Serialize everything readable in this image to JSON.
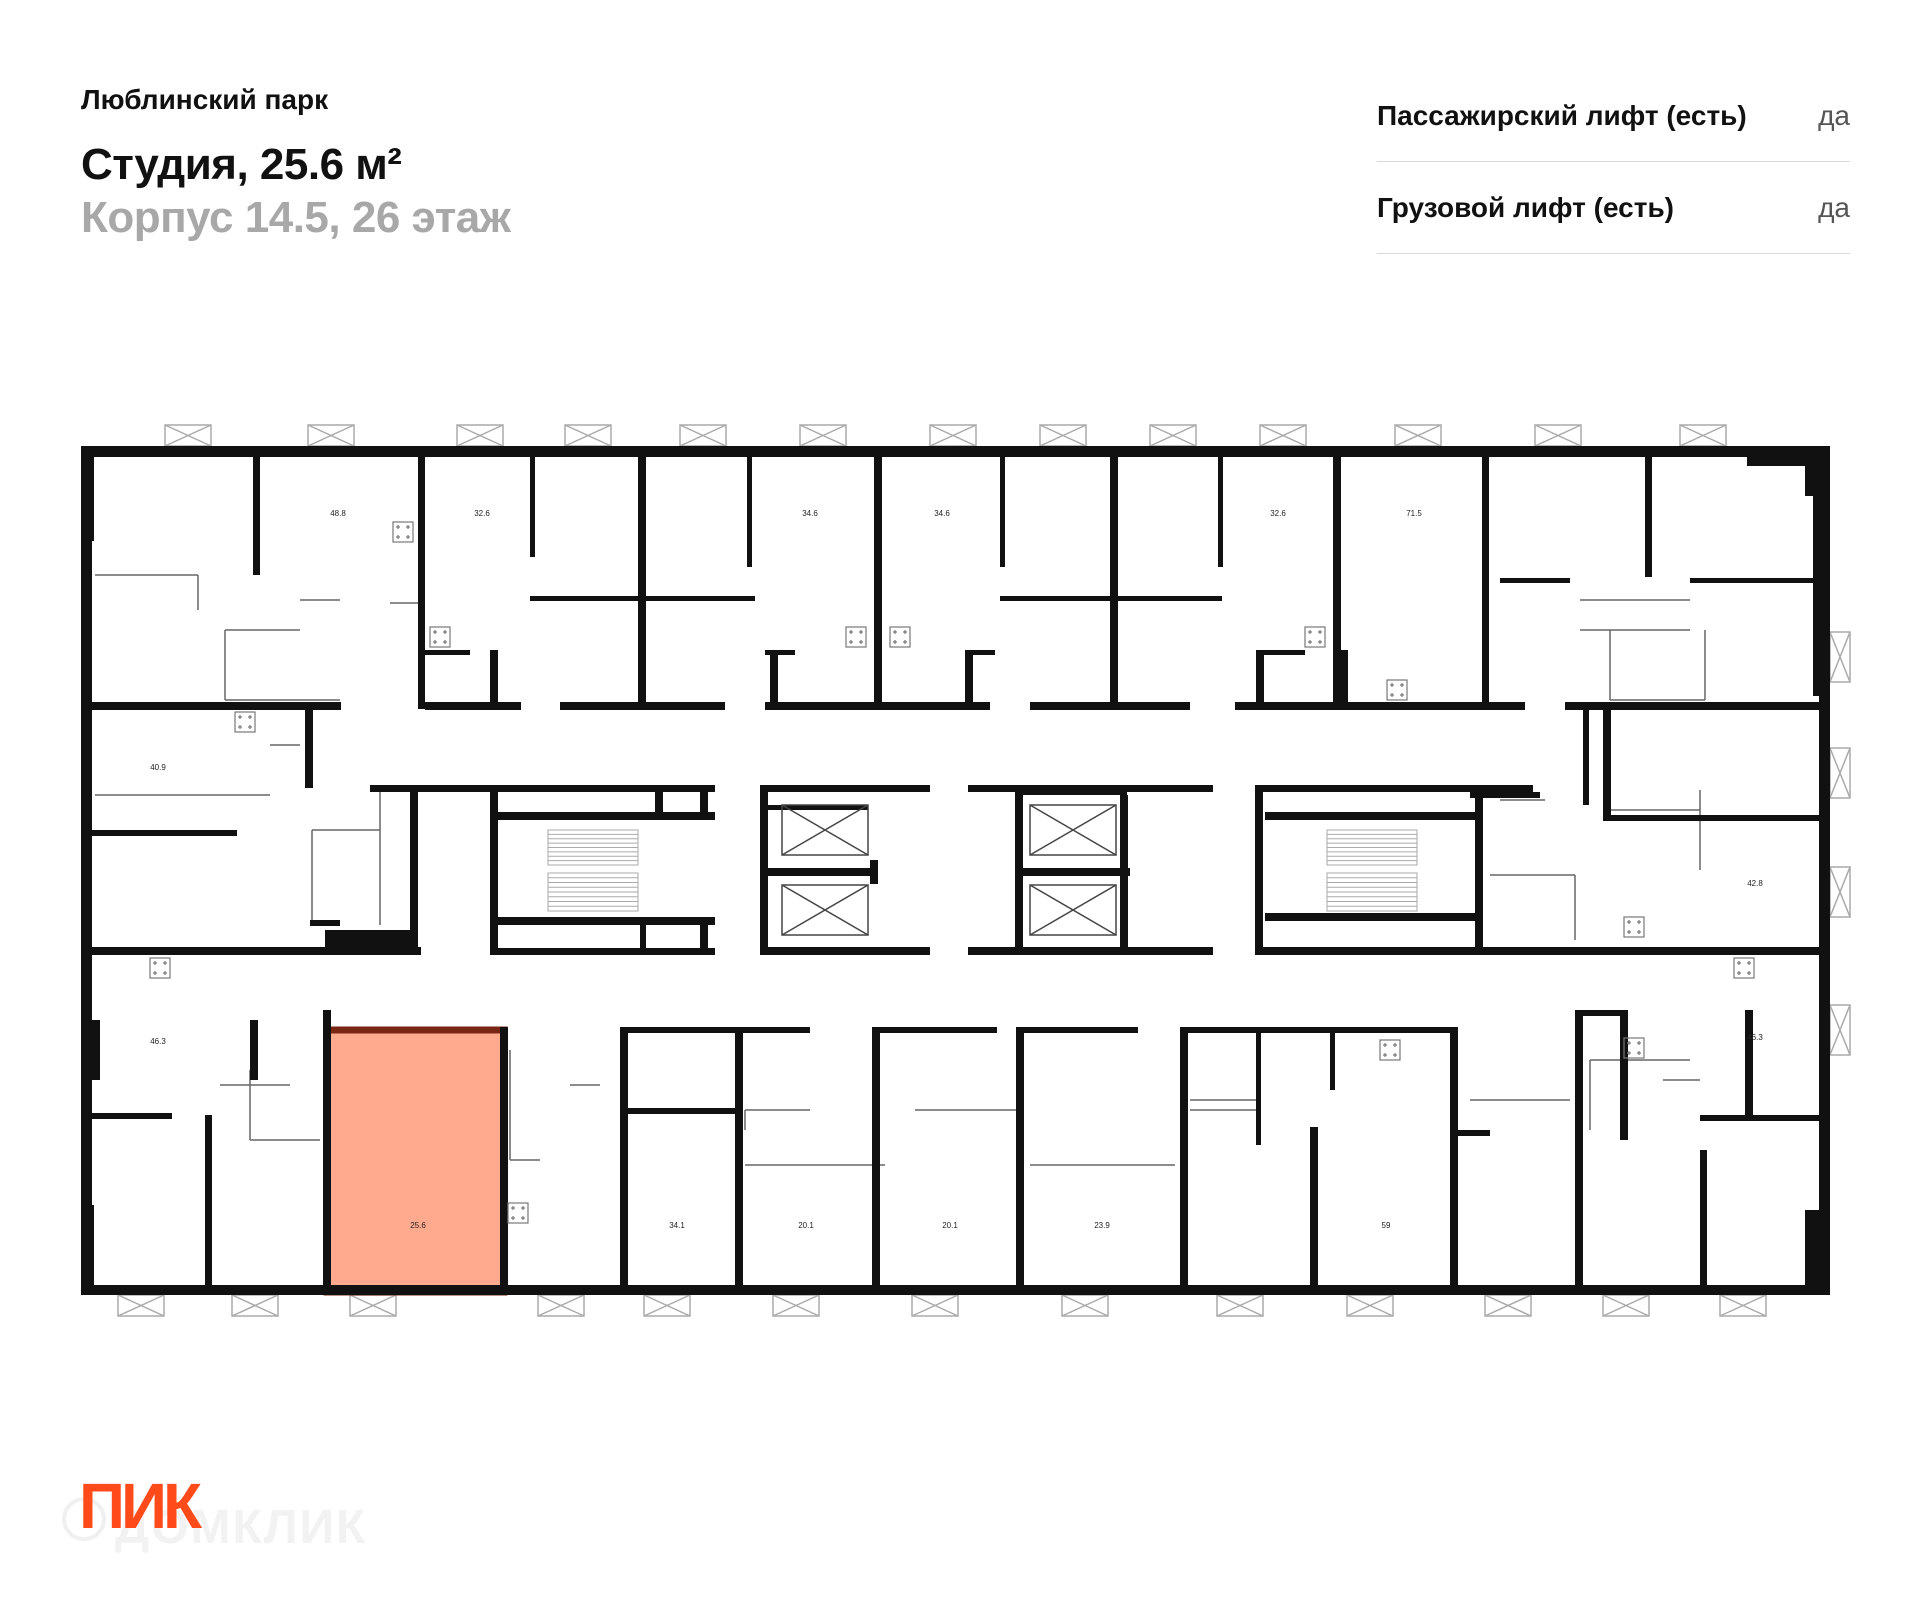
{
  "header": {
    "project_name": "Люблинский парк",
    "apartment_title": "Студия, 25.6 м²",
    "building_floor": "Корпус 14.5, 26 этаж"
  },
  "features": [
    {
      "label": "Пассажирский лифт (есть)",
      "value": "да"
    },
    {
      "label": "Грузовой лифт (есть)",
      "value": "да"
    }
  ],
  "floor_plan": {
    "highlight_color": "#ffa98f",
    "highlight_border_color": "#7a2615",
    "selected_area": "25.6",
    "units": [
      {
        "area": "48.8"
      },
      {
        "area": "32.6"
      },
      {
        "area": "34.6"
      },
      {
        "area": "34.6"
      },
      {
        "area": "32.6"
      },
      {
        "area": "71.5"
      },
      {
        "area": "40.9"
      },
      {
        "area": "42.8"
      },
      {
        "area": "46.3"
      },
      {
        "area": "46.3"
      },
      {
        "area": "25.6"
      },
      {
        "area": "34.1"
      },
      {
        "area": "20.1"
      },
      {
        "area": "20.1"
      },
      {
        "area": "23.9"
      },
      {
        "area": "59"
      }
    ]
  },
  "branding": {
    "logo_text": "ПИК",
    "logo_color": "#ff4a1a",
    "watermark_text": "ДОМКЛИК"
  }
}
